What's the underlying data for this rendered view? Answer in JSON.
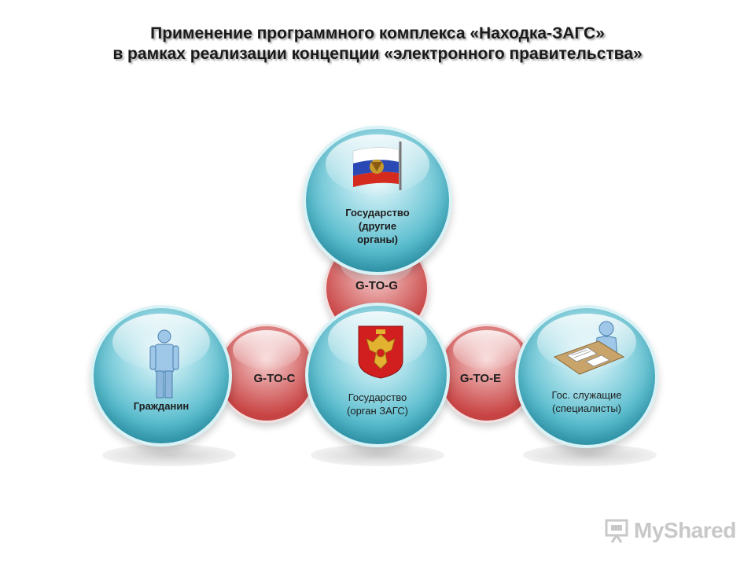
{
  "title": {
    "line1": "Применение программного комплекса «Находка-ЗАГС»",
    "line2": "в рамках реализации концепции «электронного правительства»"
  },
  "nodes": {
    "top": {
      "label": "Государство\n(другие\nорганы)",
      "icon": "russian-flag-icon"
    },
    "left": {
      "label": "Гражданин",
      "icon": "person-icon"
    },
    "center": {
      "label": "Государство\n(орган ЗАГС)",
      "icon": "coat-of-arms-icon"
    },
    "right": {
      "label": "Гос. служащие\n(специалисты)",
      "icon": "clerk-at-desk-icon"
    }
  },
  "connectors": {
    "g2g": "G-TO-G",
    "g2c": "G-TO-C",
    "g2e": "G-TO-E"
  },
  "brand": {
    "text": "MyShared",
    "icon": "presentation-board-icon"
  },
  "colors": {
    "blue": "#58bccd",
    "red": "#c94545"
  }
}
